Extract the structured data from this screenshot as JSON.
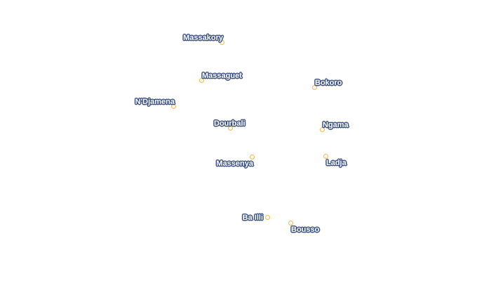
{
  "map": {
    "marker_color": "#f0b850",
    "label_halo_color": "#3a5080",
    "places": [
      {
        "id": "massakory",
        "name": "Massakory"
      },
      {
        "id": "massaguet",
        "name": "Massaguet"
      },
      {
        "id": "bokoro",
        "name": "Bokoro"
      },
      {
        "id": "ndjamena",
        "name": "N'Djamena"
      },
      {
        "id": "dourbali",
        "name": "Dourbali"
      },
      {
        "id": "ngama",
        "name": "Ngama"
      },
      {
        "id": "massenya",
        "name": "Massenya"
      },
      {
        "id": "ladja",
        "name": "Ladja"
      },
      {
        "id": "ba-illi",
        "name": "Ba Illi"
      },
      {
        "id": "bousso",
        "name": "Bousso"
      }
    ]
  }
}
